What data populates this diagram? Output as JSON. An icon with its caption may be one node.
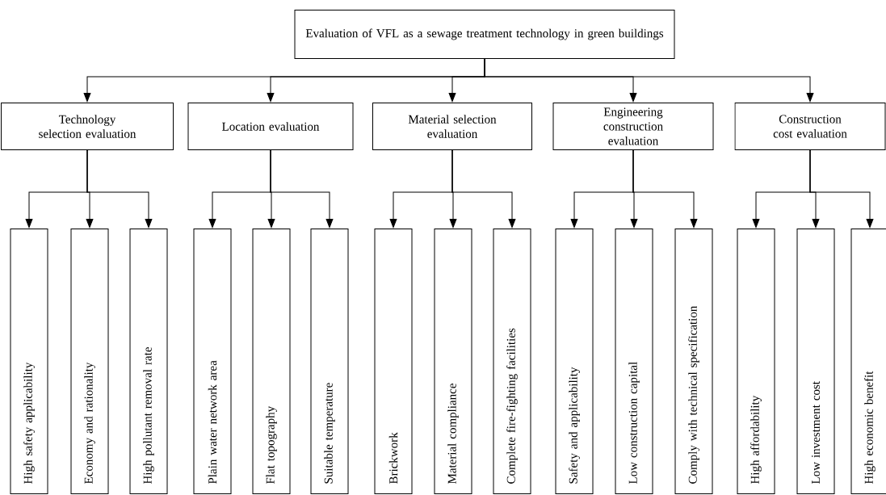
{
  "diagram": {
    "nodes": [
      {
        "text": [
          "Evaluation of VFL as a sewage treatment technology in green buildings"
        ]
      },
      {
        "text": [
          "Technology selection evaluation"
        ]
      },
      {
        "text": [
          "Location evaluation"
        ]
      },
      {
        "text": [
          "Material selection evaluation"
        ]
      },
      {
        "text": [
          "Engineering construction evaluation"
        ]
      },
      {
        "text": [
          "Construction cost evaluation"
        ]
      },
      {
        "text": [
          "High safety applicability"
        ]
      },
      {
        "text": [
          "Economy and rationality"
        ]
      },
      {
        "text": [
          "High pollutant removal rate"
        ]
      },
      {
        "text": [
          "Plain water network area"
        ]
      },
      {
        "text": [
          "Flat topography"
        ]
      },
      {
        "text": [
          "Suitable temperature"
        ]
      },
      {
        "text": [
          "Brickwork"
        ]
      },
      {
        "text": [
          "Material compliance"
        ]
      },
      {
        "text": [
          "Complete fire-fighting facilities"
        ]
      },
      {
        "text": [
          "Safety and applicability"
        ]
      },
      {
        "text": [
          "Low construction capital"
        ]
      },
      {
        "text": [
          "Comply with technical specification"
        ]
      },
      {
        "text": [
          "High affordability"
        ]
      },
      {
        "text": [
          "Low investment cost"
        ]
      },
      {
        "text": [
          "High economic benefit"
        ]
      }
    ],
    "edges": [
      {
        "from": 0,
        "to": 1,
        "arrow": "to"
      },
      {
        "from": 0,
        "to": 2,
        "arrow": "to"
      },
      {
        "from": 0,
        "to": 3,
        "arrow": "to"
      },
      {
        "from": 0,
        "to": 4,
        "arrow": "to"
      },
      {
        "from": 0,
        "to": 5,
        "arrow": "to"
      },
      {
        "from": 1,
        "to": 6,
        "arrow": "to"
      },
      {
        "from": 1,
        "to": 7,
        "arrow": "to"
      },
      {
        "from": 1,
        "to": 8,
        "arrow": "to"
      },
      {
        "from": 2,
        "to": 9,
        "arrow": "to"
      },
      {
        "from": 2,
        "to": 10,
        "arrow": "to"
      },
      {
        "from": 2,
        "to": 11,
        "arrow": "to"
      },
      {
        "from": 3,
        "to": 12,
        "arrow": "to"
      },
      {
        "from": 3,
        "to": 13,
        "arrow": "to"
      },
      {
        "from": 3,
        "to": 14,
        "arrow": "to"
      },
      {
        "from": 4,
        "to": 15,
        "arrow": "to"
      },
      {
        "from": 4,
        "to": 16,
        "arrow": "to"
      },
      {
        "from": 4,
        "to": 17,
        "arrow": "to"
      },
      {
        "from": 5,
        "to": 18,
        "arrow": "to"
      },
      {
        "from": 5,
        "to": 19,
        "arrow": "to"
      },
      {
        "from": 5,
        "to": 20,
        "arrow": "to"
      }
    ]
  }
}
